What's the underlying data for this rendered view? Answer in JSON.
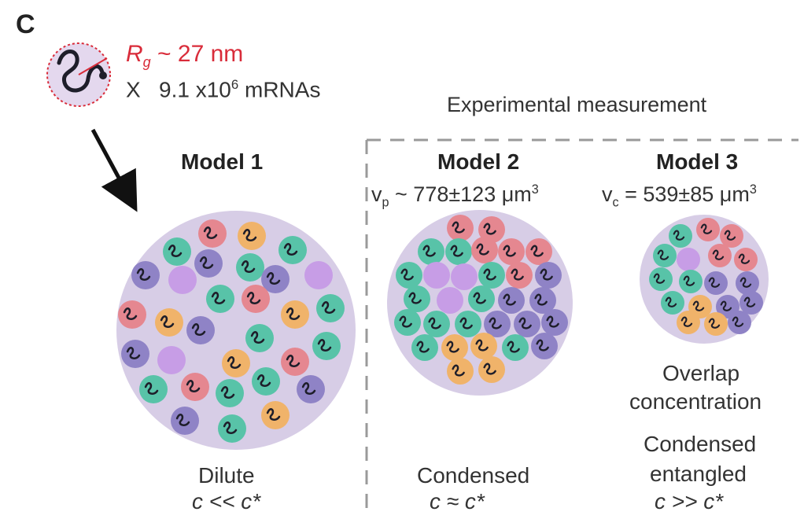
{
  "panel_letter": "C",
  "header": {
    "rg_symbol": "R",
    "rg_subscript": "g",
    "rg_value": "~ 27 nm",
    "multiply_symbol": "X",
    "count_prefix": "9.1 x10",
    "count_exponent": "6",
    "count_suffix": " mRNAs"
  },
  "experimental_label": "Experimental measurement",
  "models": [
    {
      "title": "Model 1",
      "volume": "",
      "state_label": "Dilute",
      "concentration_relation": "c << c*"
    },
    {
      "title": "Model 2",
      "volume_symbol": "v",
      "volume_subscript": "p",
      "volume_value": "~ 778±123 μm",
      "volume_unit_exponent": "3",
      "state_label": "Condensed",
      "concentration_relation": "c ≈ c*"
    },
    {
      "title": "Model 3",
      "volume_symbol": "v",
      "volume_subscript": "c",
      "volume_value": "= 539±85 μm",
      "volume_unit_exponent": "3",
      "note_line1": "Overlap",
      "note_line2": "concentration",
      "state_line1": "Condensed",
      "state_line2": "entangled",
      "concentration_relation": "c >> c*"
    }
  ],
  "colors": {
    "condensate_fill": "#d7cde6",
    "red": "#e58790",
    "orange": "#f0b36a",
    "green": "#58c3a8",
    "purple": "#8f83c6",
    "empty": "#c79de6",
    "chain": "#1e1e2a",
    "accent": "#d92c3a"
  }
}
